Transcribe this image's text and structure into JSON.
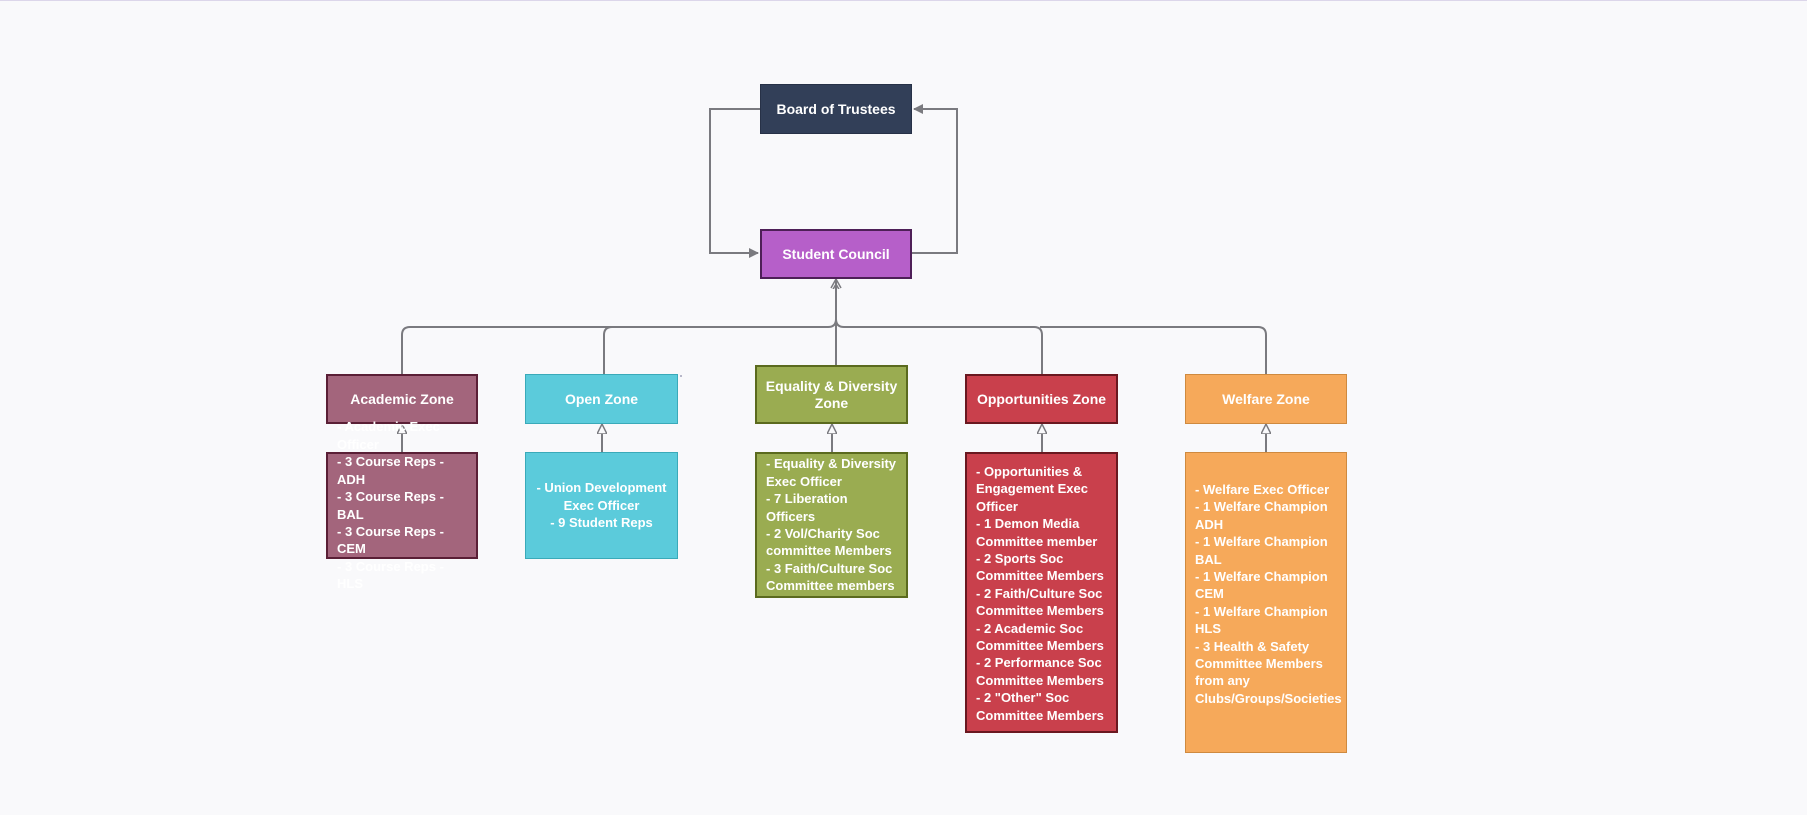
{
  "diagram": {
    "board": {
      "label": "Board of Trustees",
      "color": "#323f58"
    },
    "council": {
      "label": "Student Council",
      "color": "#b65fc9"
    },
    "zones": [
      {
        "label": "Academic Zone",
        "color": "#a3657c",
        "details": [
          "- Academic Exec Officer",
          "- 3 Course Reps - ADH",
          "- 3 Course Reps - BAL",
          "- 3 Course Reps - CEM",
          "- 3 Course Reps - HLS"
        ]
      },
      {
        "label": "Open Zone",
        "color": "#5bcbdb",
        "details": [
          "- Union Development Exec Officer",
          "- 9 Student Reps"
        ]
      },
      {
        "label": "Equality & Diversity Zone",
        "color": "#9aac51",
        "details": [
          "- Equality & Diversity Exec Officer",
          "- 7 Liberation Officers",
          "- 2 Vol/Charity Soc committee Members",
          "- 3 Faith/Culture Soc Committee members"
        ]
      },
      {
        "label": "Opportunities Zone",
        "color": "#c9404c",
        "details": [
          "- Opportunities & Engagement Exec Officer",
          "- 1 Demon Media Committee member",
          "- 2 Sports Soc Committee Members",
          "- 2 Faith/Culture Soc Committee Members",
          "- 2 Academic Soc Committee Members",
          "- 2 Performance Soc Committee Members",
          "- 2 \"Other\" Soc Committee Members"
        ]
      },
      {
        "label": "Welfare Zone",
        "color": "#f6a95a",
        "details": [
          "- Welfare Exec Officer",
          "- 1 Welfare Champion ADH",
          "- 1 Welfare Champion BAL",
          "- 1 Welfare Champion CEM",
          "- 1 Welfare Champion HLS",
          "- 3 Health & Safety Committee Members from any Clubs/Groups/Societies"
        ]
      }
    ],
    "connector_color": "#7a7a7f"
  }
}
